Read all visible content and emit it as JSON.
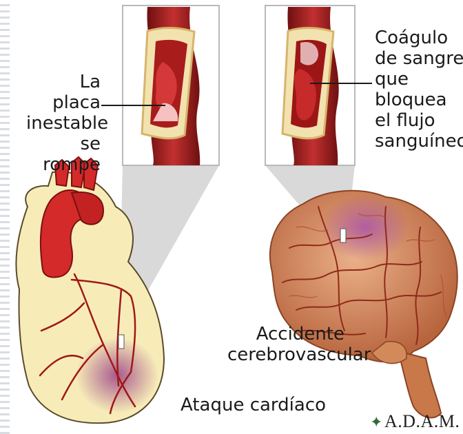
{
  "labels": {
    "plaque": [
      "La placa",
      "inestable",
      "se rompe"
    ],
    "clot": [
      "Coágulo",
      "de sangre",
      "que",
      "bloquea",
      "el flujo",
      "sanguíneo"
    ],
    "stroke": [
      "Accidente",
      "cerebrovascular"
    ],
    "heart_attack": "Ataque cardíaco"
  },
  "logo": "A.D.A.M.",
  "colors": {
    "blood": "#c42424",
    "vessel_wall": "#8e1b1b",
    "heart_tissue": "#f7ecb8",
    "brain": "#d98c62",
    "infarct": "#9a3f86"
  }
}
